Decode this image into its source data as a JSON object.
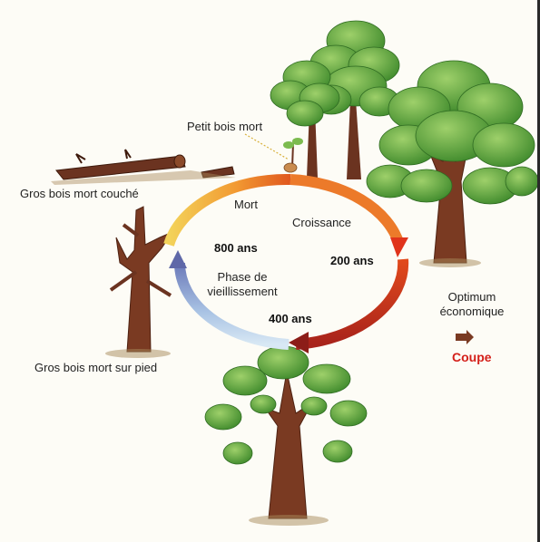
{
  "labels": {
    "petit_bois_mort": "Petit bois mort",
    "gros_bois_mort_couche": "Gros bois mort couché",
    "mort": "Mort",
    "croissance": "Croissance",
    "age_800": "800 ans",
    "age_200": "200 ans",
    "age_400": "400 ans",
    "phase_line1": "Phase de",
    "phase_line2": "vieillissement",
    "optimum_line1": "Optimum",
    "optimum_line2": "économique",
    "coupe": "Coupe",
    "gros_bois_mort_sur_pied": "Gros bois mort sur pied"
  },
  "colors": {
    "background": "#fdfcf6",
    "arrow_growth": "#e0571e",
    "arrow_aging": "#6a78b8",
    "arrow_death": "#f2c14a",
    "arrow_decline": "#8c1d18",
    "coupe": "#d4201a",
    "foliage": "#5aa23a",
    "trunk": "#7a3a22"
  },
  "icons": [
    "cut-arrow-icon"
  ]
}
